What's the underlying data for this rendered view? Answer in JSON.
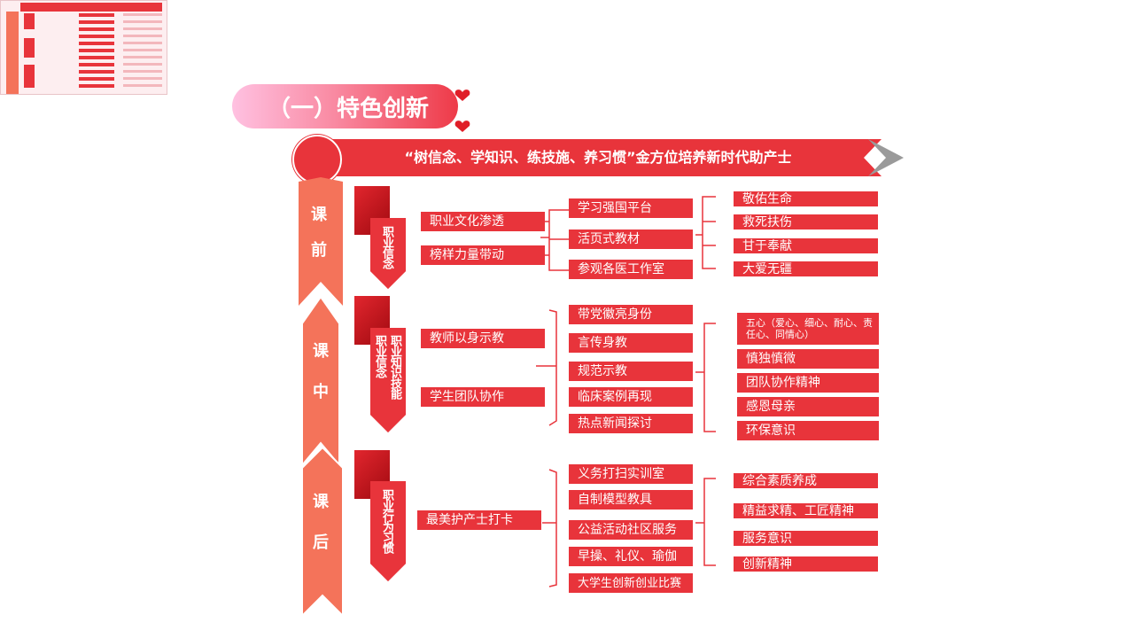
{
  "section_title": "（一）特色创新",
  "banner_title": "“树信念、学知识、练技施、养习惯”金方位培养新时代助产士",
  "phases": {
    "before": {
      "char1": "课",
      "char2": "前"
    },
    "during": {
      "char1": "课",
      "char2": "中"
    },
    "after": {
      "char1": "课",
      "char2": "后"
    }
  },
  "group1": {
    "label": "职业信念",
    "col1": [
      "职业文化渗透",
      "榜样力量带动"
    ],
    "col2": [
      "学习强国平台",
      "活页式教材",
      "参观各医工作室"
    ],
    "col3": [
      "敬佑生命",
      "救死扶伤",
      "甘于奉献",
      "大爱无疆"
    ]
  },
  "group2": {
    "label_a": "职业知识技能",
    "label_b": "职业信念",
    "col1": [
      "教师以身示教",
      "学生团队协作"
    ],
    "col2": [
      "带党徽亮身份",
      "言传身教",
      "规范示教",
      "临床案例再现",
      "热点新闻探讨"
    ],
    "col3": [
      "五心（爱心、细心、耐心、责任心、同情心）",
      "慎独慎微",
      "团队协作精神",
      "感恩母亲",
      "环保意识"
    ]
  },
  "group3": {
    "label": "职业行为习惯",
    "col1": [
      "最美护产士打卡"
    ],
    "col2": [
      "义务打扫实训室",
      "自制模型教具",
      "公益活动社区服务",
      "早操、礼仪、瑜伽",
      "大学生创新创业比赛"
    ],
    "col3": [
      "综合素质养成",
      "精益求精、工匠精神",
      "服务意识",
      "创新精神"
    ]
  },
  "colors": {
    "red": "#e8343b",
    "salmon": "#f4735a",
    "dark_red": "#a00a10",
    "pink": "#ffc1e1"
  }
}
